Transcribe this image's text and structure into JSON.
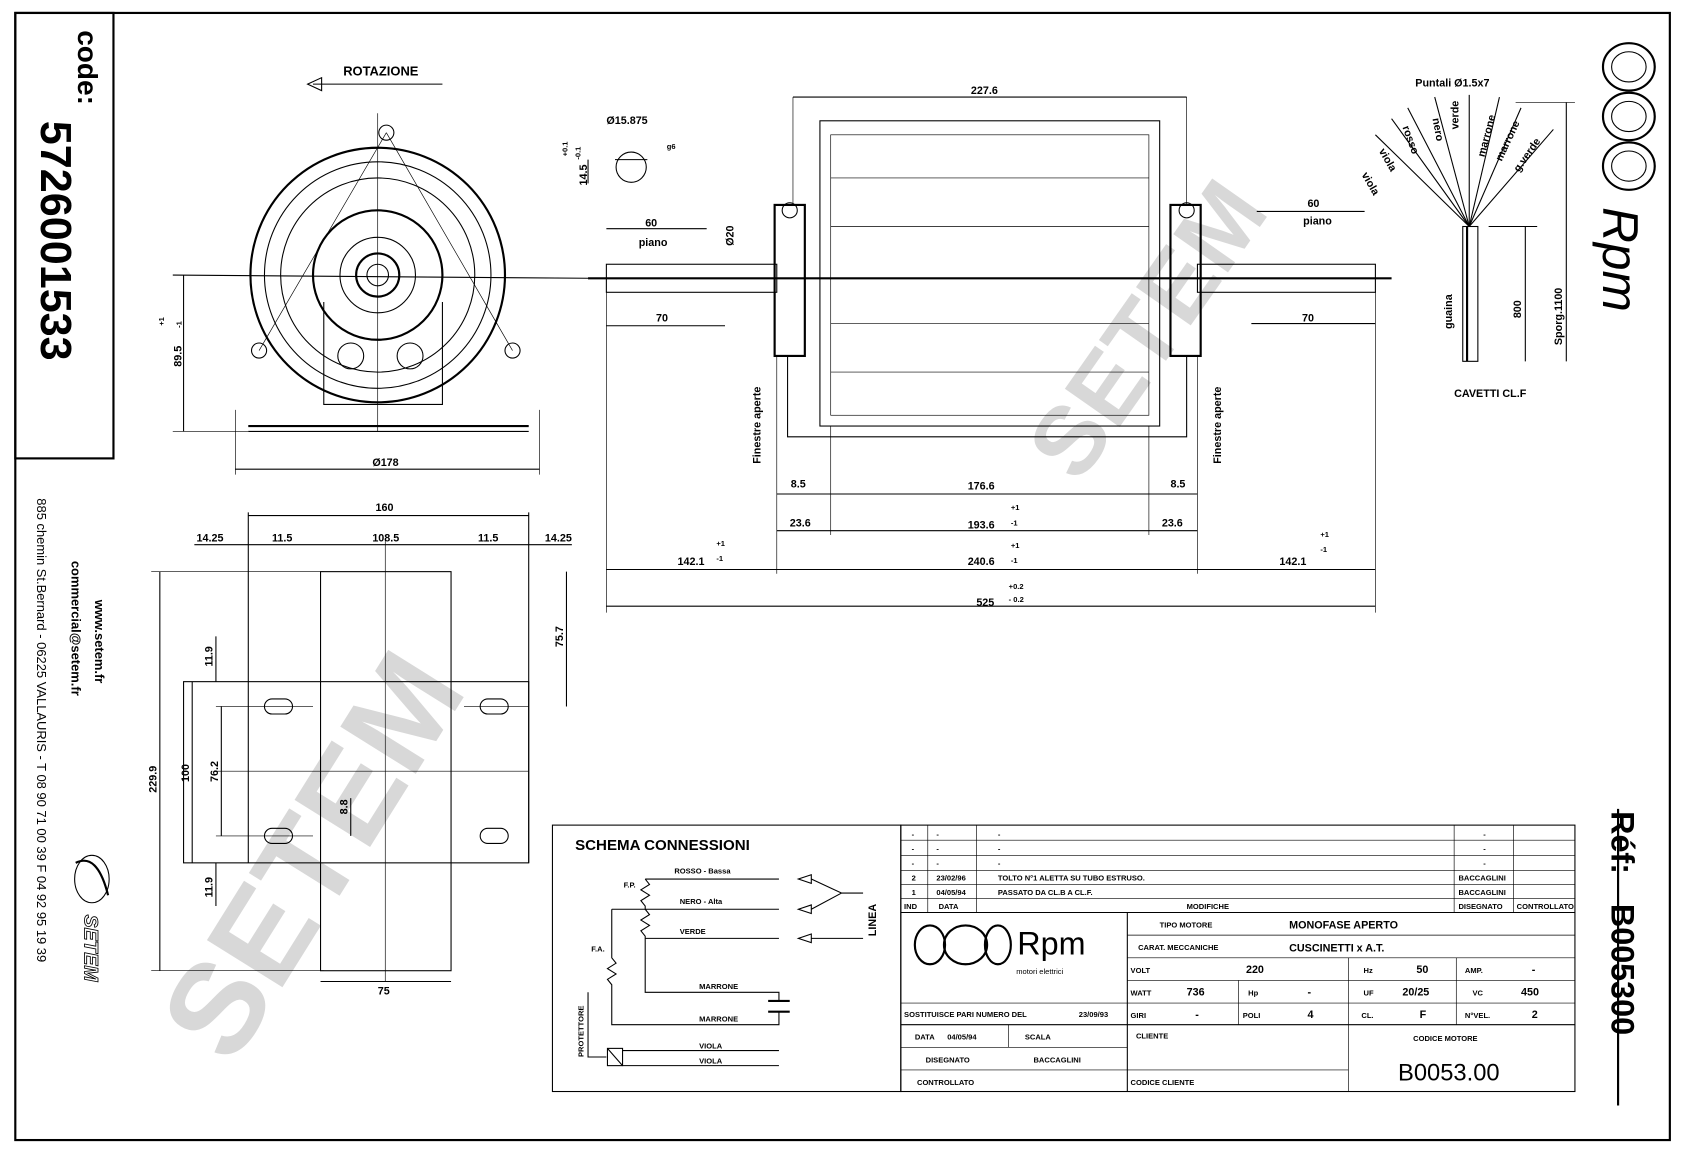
{
  "header": {
    "code_label": "code:",
    "code_number": "5726001533",
    "ref_label": "Réf:",
    "ref_number": "B005300"
  },
  "brand": {
    "name": "Rpm",
    "subtitle": "motori elettrici",
    "watermark": "SETEM",
    "logo_text": "SETEM"
  },
  "contact": {
    "website": "www.setem.fr",
    "email": "commercial@setem.fr",
    "address": "885 chemin St.Bernard  -  06225 VALLAURIS  -  T 08 90 71 00 39   F 04 92 95 19 39"
  },
  "front_view": {
    "rotation": "ROTAZIONE",
    "height": "89.5",
    "tol_plus": "+1",
    "tol_minus": "-1",
    "diameter": "Ø178"
  },
  "base_view": {
    "width": "160",
    "edge_l": "14.25",
    "slot_l": "11.5",
    "center": "108.5",
    "slot_r": "11.5",
    "edge_r": "14.25",
    "top": "75.7",
    "gap_top": "11.9",
    "total_h": "229.9",
    "h100": "100",
    "h76": "76.2",
    "slot_w": "8.8",
    "gap_bottom": "11.9",
    "base_w": "75"
  },
  "side_view": {
    "length_body": "227.6",
    "shaft_diam": "Ø15.875",
    "fit": "g6",
    "flat": "14.5",
    "flat_tol_plus": "+0.1",
    "flat_tol_minus": "-0.1",
    "flat_len_l": "60",
    "flat_label_l": "piano",
    "collar": "Ø20",
    "shaft_len_l": "70",
    "flat_len_r": "60",
    "flat_label_r": "piano",
    "shaft_len_r": "70",
    "windows_l": "Finestre aperte",
    "windows_r": "Finestre aperte",
    "end_l": "8.5",
    "core": "176.6",
    "end_r": "8.5",
    "plate_l": "23.6",
    "stack": "193.6",
    "plate_r": "23.6",
    "shaft_out_l": "142.1",
    "body": "240.6",
    "shaft_out_r": "142.1",
    "overall": "525",
    "tol_plus": "+1",
    "tol_minus": "-1",
    "overall_tol_plus": "+0.2",
    "overall_tol_minus": "- 0.2"
  },
  "wires": {
    "terminals": "Puntali Ø1.5x7",
    "labels": [
      "viola",
      "viola",
      "rosso",
      "nero",
      "verde",
      "marrone",
      "marrone",
      "g.verde"
    ],
    "sheath": "guaina",
    "length": "800",
    "protrusion": "Sporg.1100",
    "caption": "CAVETTI CL.F"
  },
  "schema": {
    "title": "SCHEMA CONNESSIONI",
    "wires": [
      "ROSSO - Bassa",
      "NERO - Alta",
      "VERDE",
      "MARRONE",
      "MARRONE",
      "VIOLA",
      "VIOLA"
    ],
    "fp": "F.P.",
    "fa": "F.A.",
    "protector": "PROTETTORE",
    "line": "LINEA"
  },
  "title_block": {
    "mods": [
      {
        "ind": "-",
        "date": "-",
        "text": "-",
        "drawn": "-",
        "checked": ""
      },
      {
        "ind": "-",
        "date": "-",
        "text": "-",
        "drawn": "-",
        "checked": ""
      },
      {
        "ind": "-",
        "date": "-",
        "text": "-",
        "drawn": "-",
        "checked": ""
      },
      {
        "ind": "2",
        "date": "23/02/96",
        "text": "TOLTO N°1 ALETTA SU TUBO ESTRUSO.",
        "drawn": "BACCAGLINI",
        "checked": ""
      },
      {
        "ind": "1",
        "date": "04/05/94",
        "text": "PASSATO DA CL.B A CL.F.",
        "drawn": "BACCAGLINI",
        "checked": ""
      }
    ],
    "mods_header": {
      "ind": "IND",
      "date": "DATA",
      "text": "MODIFICHE",
      "drawn": "DISEGNATO",
      "checked": "CONTROLLATO"
    },
    "motor_type_label": "TIPO MOTORE",
    "motor_type": "MONOFASE APERTO",
    "mech_label": "CARAT. MECCANICHE",
    "mech": "CUSCINETTI x A.T.",
    "volt_label": "VOLT",
    "volt": "220",
    "hz_label": "Hz",
    "hz": "50",
    "amp_label": "AMP.",
    "amp": "-",
    "watt_label": "WATT",
    "watt": "736",
    "hp_label": "Hp",
    "hp": "-",
    "uf_label": "UF",
    "uf": "20/25",
    "vc_label": "VC",
    "vc": "450",
    "giri_label": "GIRI",
    "giri": "-",
    "poli_label": "POLI",
    "poli": "4",
    "cl_label": "CL.",
    "cl": "F",
    "vel_label": "N°VEL.",
    "vel": "2",
    "replaces_label": "SOSTITUISCE PARI NUMERO DEL",
    "replaces_date": "23/09/93",
    "date_label": "DATA",
    "date": "04/05/94",
    "scale_label": "SCALA",
    "drawn_label": "DISEGNATO",
    "drawn": "BACCAGLINI",
    "checked_label": "CONTROLLATO",
    "client_label": "CLIENTE",
    "client_code_label": "CODICE CLIENTE",
    "motor_code_label": "CODICE MOTORE",
    "motor_code": "B0053.00"
  }
}
